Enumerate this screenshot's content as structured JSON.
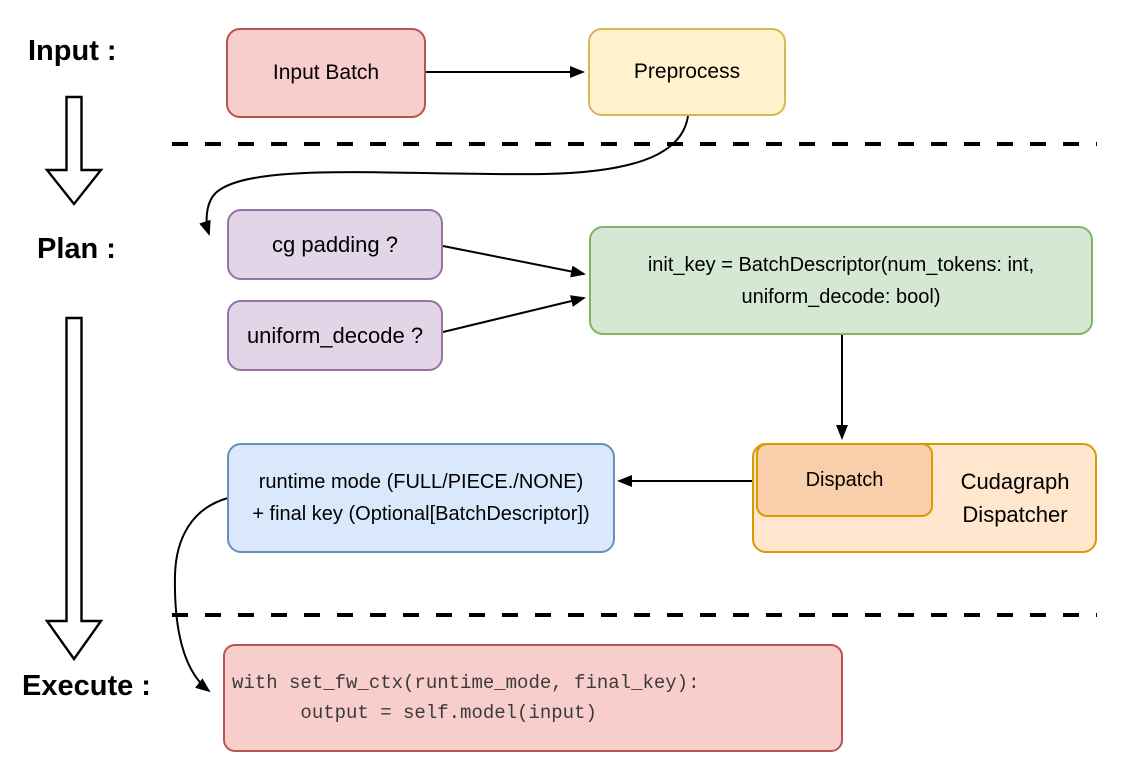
{
  "stage_labels": {
    "input": "Input :",
    "plan": "Plan :",
    "execute": "Execute :"
  },
  "boxes": {
    "input_batch": {
      "label": "Input Batch"
    },
    "preprocess": {
      "label": "Preprocess"
    },
    "cg_padding": {
      "label": "cg padding ?"
    },
    "uniform_decode": {
      "label": "uniform_decode ?"
    },
    "init_key": {
      "line1": "init_key = BatchDescriptor(num_tokens: int,",
      "line2": "uniform_decode: bool)"
    },
    "dispatch": {
      "label": "Dispatch"
    },
    "cudagraph_dispatcher": {
      "line1": "Cudagraph",
      "line2": "Dispatcher"
    },
    "runtime_output": {
      "line1": "runtime mode (FULL/PIECE./NONE)",
      "line2": "+ final key (Optional[BatchDescriptor])"
    },
    "execute_code": {
      "line1": "with set_fw_ctx(runtime_mode, final_key):",
      "line2": "      output = self.model(input)"
    }
  },
  "palette": {
    "red_fill": "#f8cecc",
    "red_stroke": "#b85450",
    "yellow_fill": "#fff2cc",
    "yellow_stroke": "#d6b656",
    "purple_fill": "#e1d5e7",
    "purple_stroke": "#9673a6",
    "green_fill": "#d5e8d4",
    "green_stroke": "#82b366",
    "blue_fill": "#dae8fc",
    "blue_stroke": "#6c8ebf",
    "orange_fill": "#ffe6cc",
    "orange_deep_fill": "#f8ceab",
    "orange_stroke": "#d79b00",
    "line_color": "#000000"
  }
}
